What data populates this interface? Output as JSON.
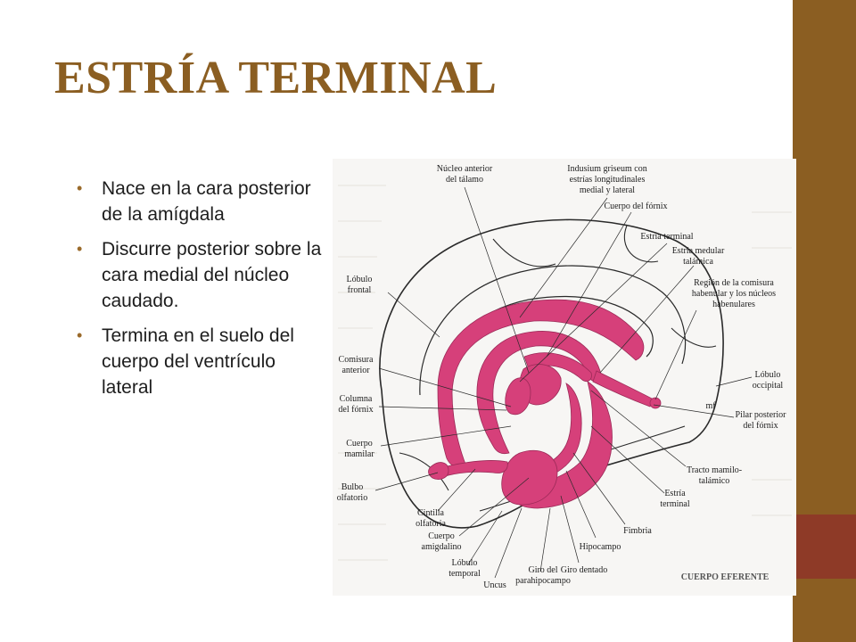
{
  "slide": {
    "title": "ESTRÍA TERMINAL",
    "colors": {
      "title": "#8B5E22",
      "band": "#8B5E22",
      "band_accent": "#8E3A27",
      "structure": "#D6407A",
      "text": "#1d1d1d"
    },
    "bullets": [
      {
        "text": "Nace en la  cara posterior de la amígdala"
      },
      {
        "text": "Discurre posterior sobre la cara medial del núcleo caudado."
      },
      {
        "text": "Termina en el suelo del cuerpo del ventrículo lateral"
      }
    ],
    "bullet_icon": "•"
  },
  "figure": {
    "labels": {
      "nucleo_anterior": [
        "Núcleo anterior",
        "del tálamo"
      ],
      "indusium": [
        "Indusium griseum con",
        "estrías longitudinales",
        "medial y lateral"
      ],
      "cuerpo_fornix": [
        "Cuerpo del fórnix"
      ],
      "estria_terminal_top": [
        "Estría terminal"
      ],
      "estria_medular": [
        "Estría medular",
        "talámica"
      ],
      "region_comisura": [
        "Región de la comisura",
        "habenular y los núcleos",
        "habenulares"
      ],
      "lobulo_frontal": [
        "Lóbulo",
        "frontal"
      ],
      "comisura_anterior": [
        "Comisura",
        "anterior"
      ],
      "columna_fornix": [
        "Columna",
        "del fórnix"
      ],
      "lobulo_occipital": [
        "Lóbulo",
        "occipital"
      ],
      "pilar_posterior": [
        "Pilar posterior",
        "del fórnix"
      ],
      "cuerpo_mamilar": [
        "Cuerpo",
        "mamilar"
      ],
      "tracto_mamilo": [
        "Tracto mamilo-",
        "talámico"
      ],
      "bulbo_olfatorio": [
        "Bulbo",
        "olfatorio"
      ],
      "estria_terminal_bottom": [
        "Estría",
        "terminal"
      ],
      "cintilla_olfatoria": [
        "Cintilla",
        "olfatoria"
      ],
      "fimbria": [
        "Fimbria"
      ],
      "cuerpo_amigdalino": [
        "Cuerpo",
        "amigdalino"
      ],
      "hipocampo": [
        "Hipocampo"
      ],
      "lobulo_temporal": [
        "Lóbulo",
        "temporal"
      ],
      "uncus": [
        "Uncus"
      ],
      "giro_parahipocampo": [
        "Giro del",
        "parahipocampo"
      ],
      "giro_dentado": [
        "Giro dentado"
      ],
      "mf_mark": [
        "mf"
      ],
      "caption": [
        "CUERPO EFERENTE"
      ]
    }
  }
}
